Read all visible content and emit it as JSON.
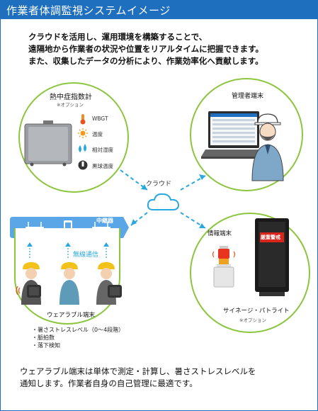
{
  "header": {
    "title": "作業者体調監視システムイメージ"
  },
  "intro": {
    "line1": "クラウドを活用し、運用環境を構築することで、",
    "line2": "遠隔地から作業者の状況や位置をリアルタイムに把握できます。",
    "line3": "また、収集したデータの分析により、作業効率化へ貢献します。"
  },
  "heat_index": {
    "title": "熱中症指数計",
    "option": "※オプション",
    "items": [
      {
        "label": "WBGT",
        "icon": "thermometer-icon"
      },
      {
        "label": "温度",
        "icon": "sun-icon"
      },
      {
        "label": "相対湿度",
        "icon": "droplets-icon"
      },
      {
        "label": "黒球温度",
        "icon": "globe-thermometer-icon"
      }
    ]
  },
  "admin": {
    "title": "管理者端末"
  },
  "cloud": {
    "label": "クラウド"
  },
  "network": {
    "relay_label": "中継器",
    "wireless_label": "無線通信"
  },
  "wearable": {
    "title": "ウェアラブル端末",
    "features": [
      "・暑さストレスレベル（0～4段階）",
      "・脈拍数",
      "・落下検知"
    ]
  },
  "info_terminal": {
    "title": "情報端末",
    "signage_text": "厳重警戒",
    "caption": "サイネージ・パトライト",
    "option": "※オプション"
  },
  "footer": {
    "line1": "ウェアラブル端末は単体で測定・計算し、暑さストレスレベルを",
    "line2": "通知します。作業者自身の自己管理に最適です。"
  },
  "colors": {
    "brand": "#1f6fbf",
    "circle_border": "#8cc63f",
    "dashed_link": "#29a8e0",
    "relay_bar": "#5aa6e6",
    "signage_red": "#d9261c"
  }
}
